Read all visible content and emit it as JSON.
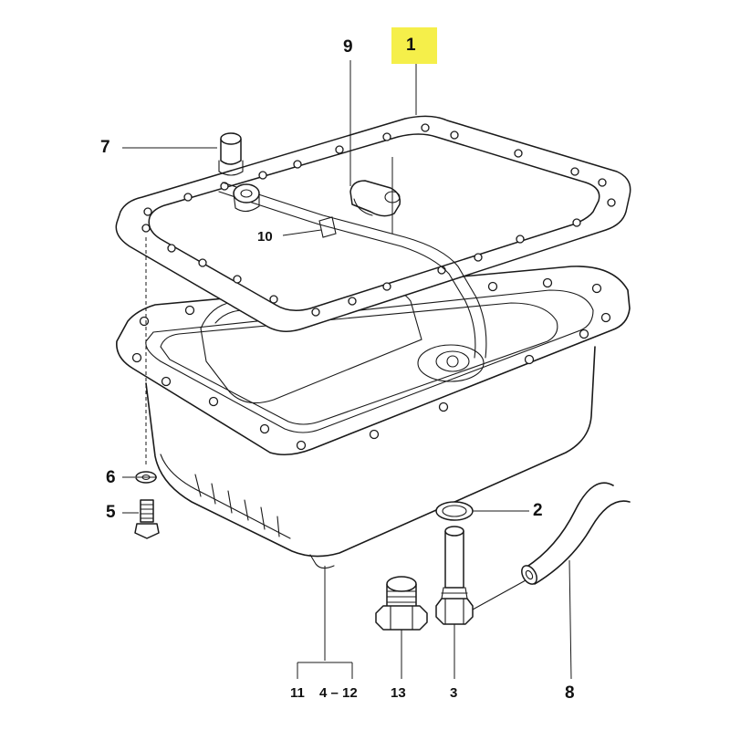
{
  "diagram": {
    "highlight_color": "#f5ef4a",
    "line_color": "#1a1a1a",
    "callouts": [
      {
        "id": "c1",
        "label": "1",
        "part": "gasket",
        "highlighted": true
      },
      {
        "id": "c9",
        "label": "9",
        "part": "pipe-clamp"
      },
      {
        "id": "c7",
        "label": "7",
        "part": "pipe-fitting"
      },
      {
        "id": "c10",
        "label": "10",
        "part": "oil-pipe"
      },
      {
        "id": "c6",
        "label": "6",
        "part": "washer"
      },
      {
        "id": "c5",
        "label": "5",
        "part": "bolt"
      },
      {
        "id": "c2",
        "label": "2",
        "part": "seal-ring"
      },
      {
        "id": "c11",
        "label": "11",
        "part": "oil-pan"
      },
      {
        "id": "c4-12",
        "label": "4 – 12",
        "part": "oil-pan"
      },
      {
        "id": "c13",
        "label": "13",
        "part": "drain-plug"
      },
      {
        "id": "c3",
        "label": "3",
        "part": "hollow-fitting"
      },
      {
        "id": "c8",
        "label": "8",
        "part": "hose"
      }
    ]
  }
}
